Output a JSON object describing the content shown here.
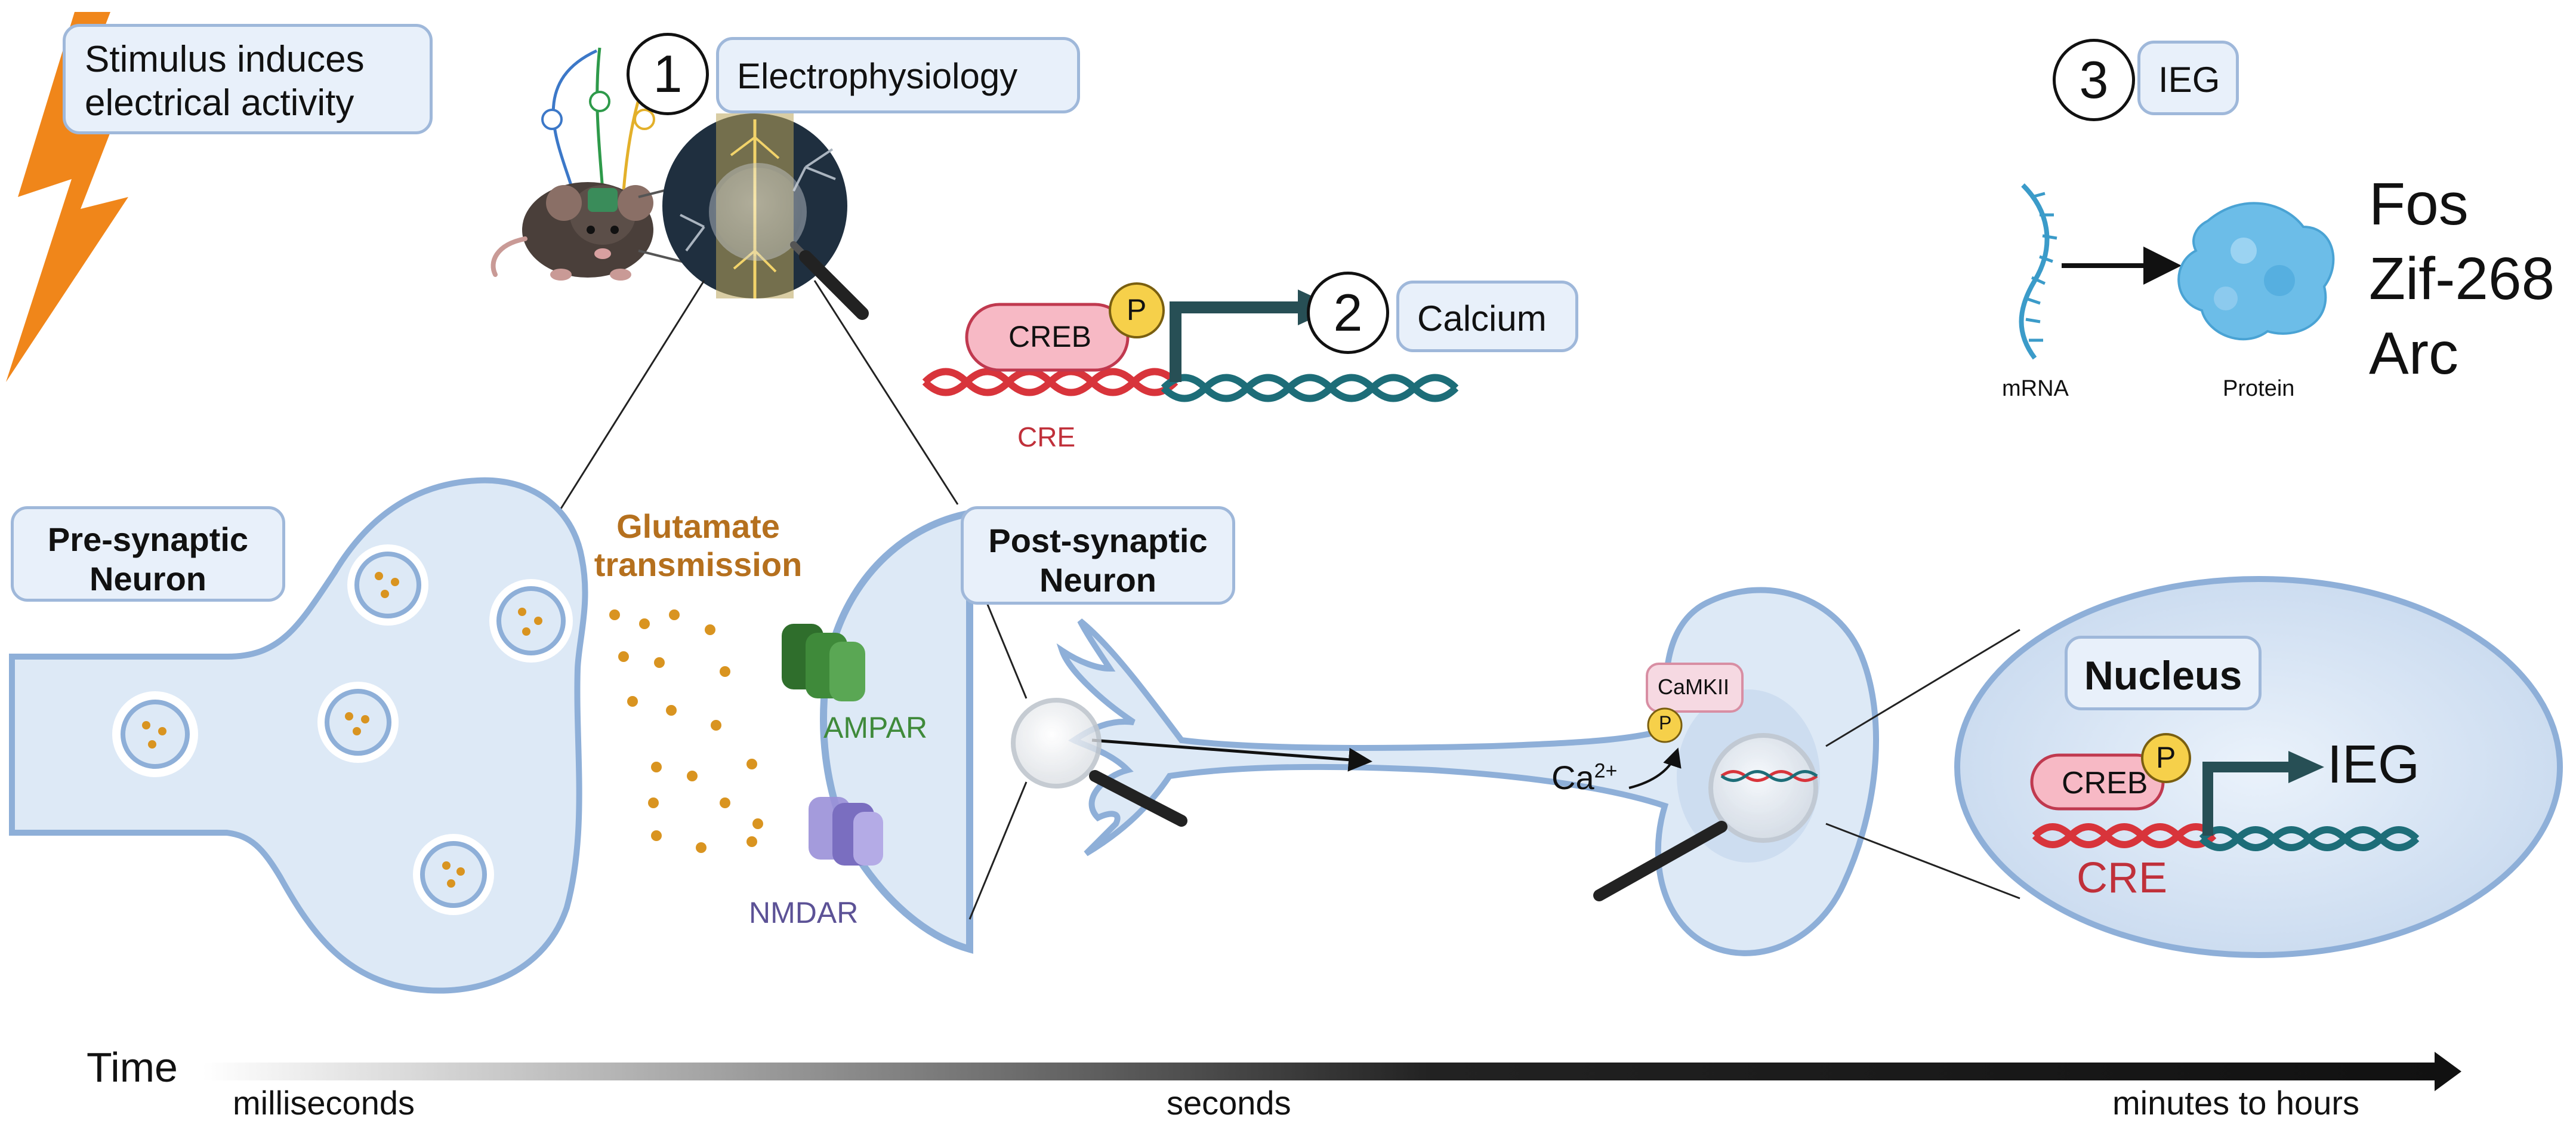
{
  "stimulus": {
    "line1": "Stimulus induces",
    "line2": "electrical activity"
  },
  "steps": [
    {
      "number": "1",
      "label": "Electrophysiology"
    },
    {
      "number": "2",
      "label": "Calcium"
    },
    {
      "number": "3",
      "label": "IEG"
    }
  ],
  "creb_top": {
    "creb": "CREB",
    "p": "P",
    "cre": "CRE"
  },
  "ieg_panel": {
    "mrna": "mRNA",
    "protein": "Protein",
    "genes": [
      "Fos",
      "Zif-268",
      "Arc"
    ]
  },
  "presynaptic": {
    "line1": "Pre-synaptic",
    "line2": "Neuron"
  },
  "glutamate": {
    "line1": "Glutamate",
    "line2": "transmission"
  },
  "postsynaptic": {
    "line1": "Post-synaptic",
    "line2": "Neuron"
  },
  "receptors": {
    "ampar": "AMPAR",
    "nmdar": "NMDAR"
  },
  "camkii": {
    "name": "CaMKII",
    "p": "P",
    "ca": "Ca",
    "ca_sup": "2+"
  },
  "nucleus": {
    "title": "Nucleus",
    "creb": "CREB",
    "p": "P",
    "ieg": "IEG",
    "cre": "CRE"
  },
  "timeline": {
    "label": "Time",
    "start": "milliseconds",
    "middle": "seconds",
    "end": "minutes to hours"
  },
  "colors": {
    "cell_fill": "#dde9f6",
    "cell_stroke": "#8eafd8",
    "label_fill": "#e8f0fa",
    "label_stroke": "#9fb8da",
    "lightning": "#f0861a",
    "glutamate_dot": "#d99420",
    "glutamate_text": "#b5701e",
    "ampar": "#3f8a3a",
    "nmdar": "#7a6ec0",
    "creb_fill": "#f7b9c5",
    "creb_stroke": "#c0394f",
    "p_fill": "#f6d04a",
    "dna_red": "#d8343b",
    "dna_teal": "#1d6d78",
    "arrow_dark": "#274f55",
    "protein": "#6cbde8",
    "mrna": "#3b9bc9"
  }
}
